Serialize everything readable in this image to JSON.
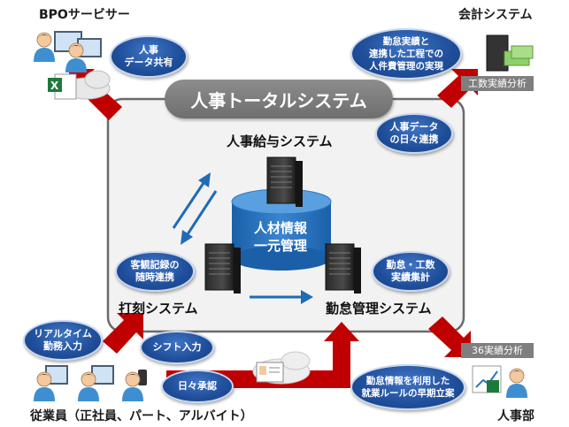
{
  "title": "人事トータルシステム",
  "corners": {
    "bpo": "BPOサービサー",
    "accounting": "会計システム",
    "employees": "従業員（正社員、パート、アルバイト）",
    "hr_dept": "人事部"
  },
  "systems": {
    "payroll": "人事給与システム",
    "timeclock": "打刻システム",
    "attendance": "勤怠管理システム"
  },
  "database": {
    "line1": "人材情報",
    "line2": "一元管理"
  },
  "tags": {
    "work_hours": "工数実績分析",
    "analysis36": "36実績分析"
  },
  "bubbles": {
    "hr_data_share": [
      "人事",
      "データ共有"
    ],
    "labor_cost": [
      "勤怠実績と",
      "連携した工程での",
      "人件費管理の実現"
    ],
    "daily_link": [
      "人事データ",
      "の日々連携"
    ],
    "record_link": [
      "客観記録の",
      "随時連携"
    ],
    "attendance_total": [
      "勤怠・工数",
      "実績集計"
    ],
    "realtime": [
      "リアルタイム",
      "勤務入力"
    ],
    "shift": [
      "シフト入力"
    ],
    "daily_approval": [
      "日々承認"
    ],
    "early_rules": [
      "勤怠情報を利用した",
      "就業ルールの早期立案"
    ]
  },
  "colors": {
    "arrow_red": "#c00000",
    "oval_blue": "#1f4e9a",
    "db_blue": "#1f6bb5",
    "panel": "#f2f2f2"
  }
}
